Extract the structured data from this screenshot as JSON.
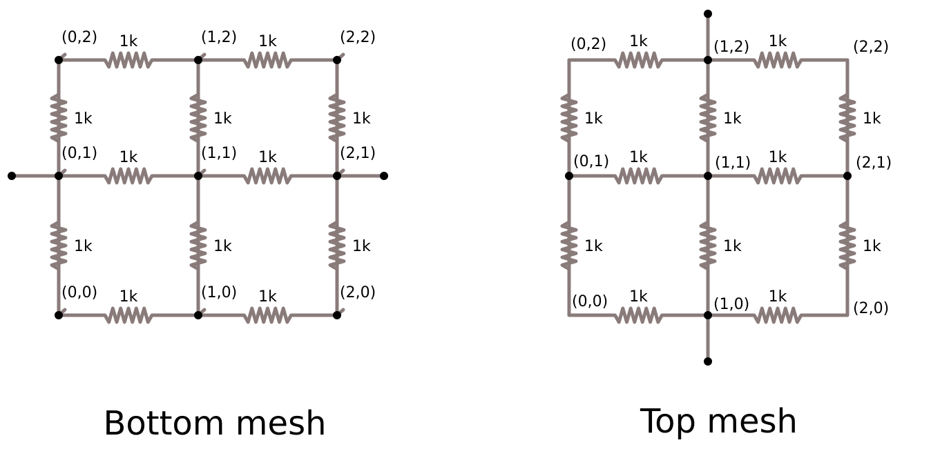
{
  "colors": {
    "wire": "#8a7b7b",
    "node": "#000000",
    "text": "#000000"
  },
  "meshes": [
    {
      "id": "bottom",
      "title": "Bottom mesh",
      "resistor_label": "1k",
      "nodes": [
        "(0,0)",
        "(1,0)",
        "(2,0)",
        "(0,1)",
        "(1,1)",
        "(2,1)",
        "(0,2)",
        "(1,2)",
        "(2,2)"
      ],
      "terminals": "left-right"
    },
    {
      "id": "top",
      "title": "Top mesh",
      "resistor_label": "1k",
      "nodes": [
        "(0,0)",
        "(1,0)",
        "(2,0)",
        "(0,1)",
        "(1,1)",
        "(2,1)",
        "(0,2)",
        "(1,2)",
        "(2,2)"
      ],
      "terminals": "top-bottom"
    }
  ]
}
